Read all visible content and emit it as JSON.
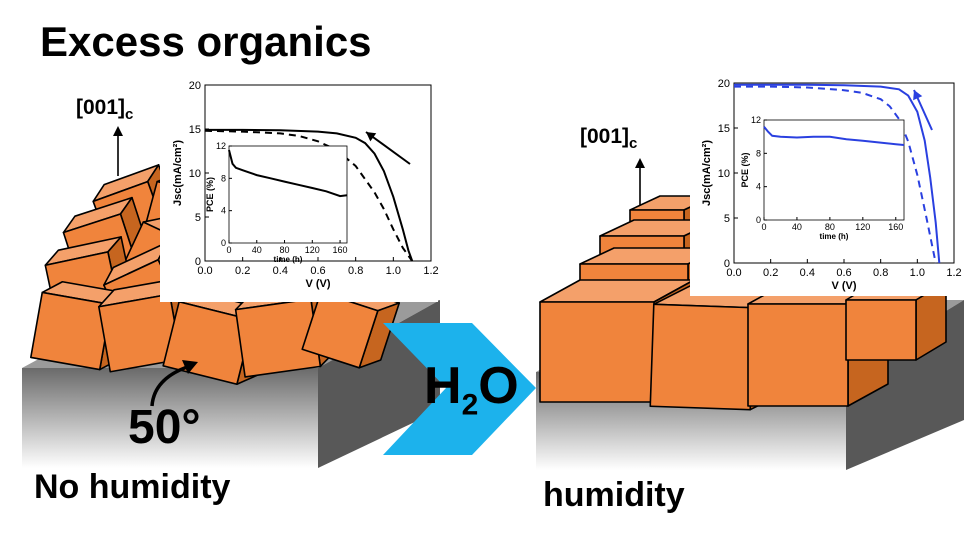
{
  "title": "Excess organics",
  "left_caption": "No humidity",
  "right_caption": "humidity",
  "angle_label": "50°",
  "direction_label": {
    "main": "[001]",
    "sub": "c"
  },
  "h2o_label": {
    "h": "H",
    "sub": "2",
    "o": "O"
  },
  "colors": {
    "crystal": "#f0843c",
    "crystal_top": "#f4a06a",
    "crystal_side": "#c6651f",
    "substrate_top": "#9a9a9a",
    "substrate_front": "#6c6c6c",
    "arrow": "#1cb2ec",
    "left_curve": "#000000",
    "right_curve": "#2a40e0"
  },
  "chart_data": [
    {
      "type": "line",
      "panel": "left",
      "xlabel": "V (V)",
      "ylabel": "Jsc(mA/cm²)",
      "xlim": [
        0.0,
        1.2
      ],
      "ylim": [
        0,
        20
      ],
      "xticks": [
        "0.0",
        "0.2",
        "0.4",
        "0.6",
        "0.8",
        "1.0",
        "1.2"
      ],
      "yticks": [
        "0",
        "5",
        "10",
        "15",
        "20"
      ],
      "series": [
        {
          "style": "solid",
          "x": [
            0,
            0.2,
            0.4,
            0.6,
            0.7,
            0.8,
            0.85,
            0.9,
            0.95,
            1.0,
            1.05,
            1.08,
            1.1
          ],
          "y": [
            14.9,
            14.9,
            14.85,
            14.7,
            14.5,
            14.0,
            13.4,
            12.2,
            10.2,
            7.3,
            3.6,
            1.2,
            0
          ]
        },
        {
          "style": "dashed",
          "x": [
            0,
            0.2,
            0.4,
            0.5,
            0.6,
            0.7,
            0.8,
            0.9,
            0.95,
            1.0,
            1.05,
            1.1
          ],
          "y": [
            14.8,
            14.7,
            14.5,
            14.2,
            13.6,
            12.6,
            10.8,
            7.8,
            5.9,
            3.6,
            1.5,
            0
          ]
        }
      ],
      "inset": {
        "type": "line",
        "xlabel": "time (h)",
        "ylabel": "PCE (%)",
        "xlim": [
          0,
          170
        ],
        "ylim": [
          0,
          12
        ],
        "xticks": [
          "0",
          "40",
          "80",
          "120",
          "160"
        ],
        "yticks": [
          "0",
          "4",
          "8",
          "12"
        ],
        "x": [
          0,
          5,
          10,
          20,
          30,
          40,
          60,
          80,
          100,
          120,
          140,
          150,
          160,
          170
        ],
        "y": [
          11.5,
          9.8,
          9.3,
          9.0,
          8.7,
          8.4,
          8.0,
          7.6,
          7.2,
          6.8,
          6.4,
          6.1,
          5.8,
          5.9
        ]
      }
    },
    {
      "type": "line",
      "panel": "right",
      "xlabel": "V (V)",
      "ylabel": "Jsc(mA/cm²)",
      "xlim": [
        0.0,
        1.2
      ],
      "ylim": [
        0,
        20
      ],
      "xticks": [
        "0.0",
        "0.2",
        "0.4",
        "0.6",
        "0.8",
        "1.0",
        "1.2"
      ],
      "yticks": [
        "0",
        "5",
        "10",
        "15",
        "20"
      ],
      "series": [
        {
          "style": "solid",
          "x": [
            0,
            0.2,
            0.4,
            0.6,
            0.8,
            0.9,
            0.95,
            1.0,
            1.04,
            1.07,
            1.1,
            1.12
          ],
          "y": [
            19.8,
            19.8,
            19.8,
            19.75,
            19.6,
            19.3,
            18.6,
            16.8,
            13.6,
            9.5,
            4.5,
            0
          ]
        },
        {
          "style": "dashed",
          "x": [
            0,
            0.2,
            0.4,
            0.6,
            0.7,
            0.8,
            0.85,
            0.9,
            0.95,
            1.0,
            1.05,
            1.1
          ],
          "y": [
            19.6,
            19.6,
            19.5,
            19.2,
            18.9,
            18.2,
            17.4,
            16.0,
            13.5,
            9.8,
            5.0,
            0
          ]
        }
      ],
      "inset": {
        "type": "line",
        "xlabel": "time (h)",
        "ylabel": "PCE (%)",
        "xlim": [
          0,
          170
        ],
        "ylim": [
          0,
          12
        ],
        "xticks": [
          "0",
          "40",
          "80",
          "120",
          "160"
        ],
        "yticks": [
          "0",
          "4",
          "8",
          "12"
        ],
        "x": [
          0,
          5,
          10,
          20,
          40,
          60,
          80,
          100,
          120,
          140,
          160,
          170
        ],
        "y": [
          11.2,
          10.6,
          10.1,
          10.0,
          9.9,
          10.0,
          10.0,
          9.7,
          9.5,
          9.3,
          9.1,
          9.0
        ]
      }
    }
  ]
}
